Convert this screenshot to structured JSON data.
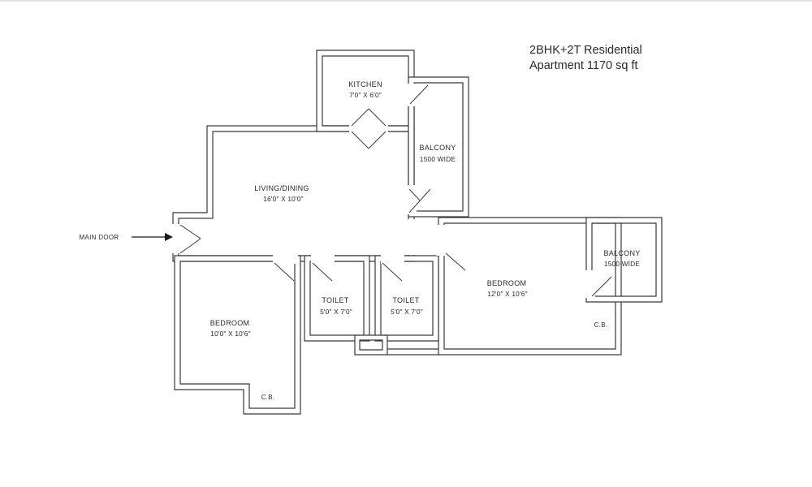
{
  "title": {
    "line1": "2BHK+2T Residential",
    "line2": "Apartment 1170 sq ft",
    "color": "#1f3864"
  },
  "annotations": {
    "main_door": "MAIN DOOR"
  },
  "rooms": {
    "kitchen": {
      "name": "KITCHEN",
      "dims": "7'0\" X 6'0\""
    },
    "balcony_top": {
      "name": "BALCONY",
      "dims": "1500 WIDE"
    },
    "living": {
      "name": "LIVING/DINING",
      "dims": "16'0\" X 10'0\""
    },
    "bedroom_right": {
      "name": "BEDROOM",
      "dims": "12'0\" X 10'6\"",
      "cb": "C.B."
    },
    "balcony_right": {
      "name": "BALCONY",
      "dims": "1500 WIDE"
    },
    "bedroom_left": {
      "name": "BEDROOM",
      "dims": "10'0\" X 10'6\"",
      "cb": "C.B."
    },
    "toilet_1": {
      "name": "TOILET",
      "dims": "5'0\" X 7'0\""
    },
    "toilet_2": {
      "name": "TOILET",
      "dims": "5'0\" X 7'0\""
    }
  }
}
